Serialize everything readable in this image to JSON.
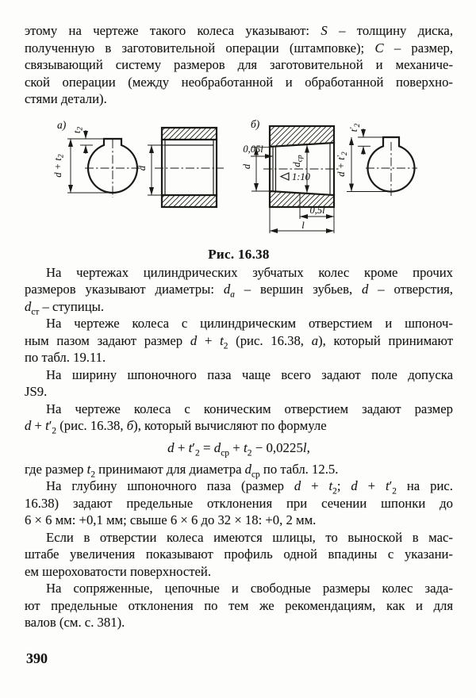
{
  "page": {
    "number": "390"
  },
  "figure": {
    "caption": "Рис. 16.38",
    "labels": {
      "a": "а)",
      "b": "б)",
      "t2_base": "t",
      "t2_sub": "2",
      "dt2_base": "d + t",
      "dt2_sub": "2",
      "d_section_a": "d",
      "l005": "0,05l",
      "d_section_b": "d",
      "dcp_base": "d",
      "dcp_sub": "ср",
      "taper": "1:10",
      "l05": "0,5l",
      "l": "l",
      "t2p_base": "t",
      "t2p_prime": "′",
      "t2p_sub": "2",
      "dt2p_base": "d + t",
      "dt2p_prime": "′",
      "dt2p_sub": "2"
    }
  },
  "body": {
    "before_figure": [
      {
        "indent": false,
        "lines": [
          "этому на чертеже такого колеса указывают: <i>S</i> – толщину диска,",
          "полученную в заготовительной операции (штамповке); <i>С</i> – размер,",
          "связывающий систему размеров для заготовительной и механиче-",
          "ской операции (между необработанной и обработанной поверхно-",
          "стями детали)."
        ]
      }
    ],
    "after_figure": [
      {
        "indent": true,
        "lines": [
          "На чертежах цилиндрических зубчатых колес кроме прочих",
          "размеров указывают диаметры: <i>d<sub>a</sub></i> – вершин зубьев, <i>d</i> – отверстия,",
          "<i>d</i><sub>ст</sub> – ступицы."
        ]
      },
      {
        "indent": true,
        "lines": [
          "На чертеже колеса с цилиндрическим отверстием и шпоноч-",
          "ным пазом задают размер <i>d</i> + <i>t</i><sub>2</sub> (рис. 16.38, <i>а</i>), который принимают",
          "по табл. 19.11."
        ]
      },
      {
        "indent": true,
        "lines": [
          "На ширину шпоночного паза чаще всего задают поле допуска",
          "JS9."
        ]
      },
      {
        "indent": true,
        "lines": [
          "На чертеже колеса с коническим отверстием задают размер",
          "<i>d</i> + <i>t</i>′<sub>2</sub> (рис. 16.38, <i>б</i>), который вычисляют по формуле"
        ]
      }
    ],
    "formula": "<i>d</i> + <i>t</i>′<sub>2</sub> = <i>d</i><sub>ср</sub> + <i>t</i><sub>2</sub> − 0,0225<i>l</i>,",
    "after_formula": [
      {
        "indent": false,
        "lines": [
          "где размер <i>t</i><sub>2</sub> принимают для диаметра <i>d</i><sub>ср</sub> по табл. 12.5."
        ]
      },
      {
        "indent": true,
        "lines": [
          "На глубину шпоночного паза (размер <i>d</i> + <i>t</i><sub>2</sub>; <i>d</i> + <i>t</i>′<sub>2</sub> на рис.",
          "16.38) задают предельные отклонения при сечении шпонки до",
          "6 × 6 мм: +0,1 мм; свыше 6 × 6 до 32 × 18: +0, 2 мм."
        ]
      },
      {
        "indent": true,
        "lines": [
          "Если в отверстии колеса имеются шлицы, то выноской в мас-",
          "штабе увеличения показывают профиль одной впадины с указани-",
          "ем шероховатости поверхностей."
        ]
      },
      {
        "indent": true,
        "lines": [
          "На сопряженные, цепочные и свободные размеры колес зада-",
          "ют предельные отклонения по тем же рекомендациям, как и для",
          "валов (см. с. 381)."
        ]
      }
    ]
  }
}
